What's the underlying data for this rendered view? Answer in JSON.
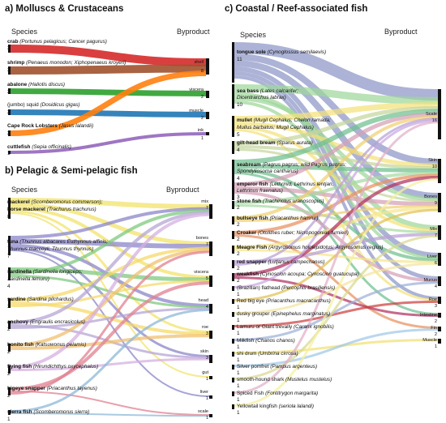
{
  "panels": [
    {
      "id": "a",
      "title": "a) Molluscs & Crustaceans",
      "species_header": "Species",
      "byproduct_header": "Byproduct",
      "sources": [
        {
          "name": "crab",
          "latin": "(Portunus pelagicus; Cancer pagurus)",
          "count": "3"
        },
        {
          "name": "shrimp",
          "latin": "(Penaeus monodon; Xiphopenaeus kroyeri)",
          "count": "3"
        },
        {
          "name": "abalone",
          "latin": "(Haliotis discus)",
          "count": "2"
        },
        {
          "name": "(jumbo) squid",
          "latin": "(Dosidicus gigas)",
          "count": "2"
        },
        {
          "name": "Cape Rock Lobsters",
          "latin": "(Jasus lalandii)",
          "count": "2"
        },
        {
          "name": "cuttlefish",
          "latin": "(Sepia officinalis)",
          "count": "1"
        }
      ],
      "targets": [
        {
          "name": "shell",
          "count": "8"
        },
        {
          "name": "viscera",
          "count": "2"
        },
        {
          "name": "muscle",
          "count": "2"
        },
        {
          "name": "ink",
          "count": "1"
        }
      ],
      "links": [
        {
          "source": 0,
          "target": 0,
          "value": 3,
          "color": "#d62a2a"
        },
        {
          "source": 1,
          "target": 0,
          "value": 3,
          "color": "#a0522d"
        },
        {
          "source": 2,
          "target": 1,
          "value": 2,
          "color": "#2ca02c"
        },
        {
          "source": 3,
          "target": 2,
          "value": 2,
          "color": "#1f77b4"
        },
        {
          "source": 4,
          "target": 0,
          "value": 2,
          "color": "#ff7f0e"
        },
        {
          "source": 5,
          "target": 3,
          "value": 1,
          "color": "#9467bd"
        }
      ]
    },
    {
      "id": "b",
      "title": "b) Pelagic & Semi-pelagic fish",
      "species_header": "Species",
      "byproduct_header": "Byproduct",
      "sources": [
        {
          "name": "mackerel",
          "latin": "(Scomberomorus commerson);",
          "count": ""
        },
        {
          "name": "horse mackerel",
          "latin": "(Trachurus trachurus)",
          "count": "8"
        },
        {
          "name": "tuna",
          "latin": "(Thunnus albacares Euthynnus affinis;",
          "count": ""
        },
        {
          "name": "",
          "latin": "Thunnus maccoyii, Thunnus thynnus)",
          "count": "7"
        },
        {
          "name": "sardinella",
          "latin": "(Sardinella longiceps;",
          "count": ""
        },
        {
          "name": "",
          "latin": "Sardinella lemuru)",
          "count": "4"
        },
        {
          "name": "sardine",
          "latin": "(Sardina pilchardus)",
          "count": "3"
        },
        {
          "name": "anchovy",
          "latin": "(Engraulis encrasicolus)",
          "count": "2"
        },
        {
          "name": "bonito fish",
          "latin": "(Katsuwonus pelamis)",
          "count": "2"
        },
        {
          "name": "flying fish",
          "latin": "(Hirundichthys oxycephalus)",
          "count": "2"
        },
        {
          "name": "bigeye snapper",
          "latin": "(Priacanthus tayenus)",
          "count": "2"
        },
        {
          "name": "sierra fish",
          "latin": "(Scomberomorus sierra)",
          "count": "1"
        }
      ],
      "targets": [
        {
          "name": "mix",
          "count": "7"
        },
        {
          "name": "bones",
          "count": "7"
        },
        {
          "name": "viscera",
          "count": "5"
        },
        {
          "name": "head",
          "count": "4"
        },
        {
          "name": "roe",
          "count": "3"
        },
        {
          "name": "skin",
          "count": "3"
        },
        {
          "name": "gut",
          "count": "1"
        },
        {
          "name": "liver",
          "count": "1"
        },
        {
          "name": "scale",
          "count": "1"
        }
      ]
    },
    {
      "id": "c",
      "title": "c) Coastal / Reef-associated fish",
      "species_header": "Species",
      "byproduct_header": "Byproduct",
      "sources": [
        {
          "name": "tongue sole",
          "latin": "(Cynoglossus semilaevis)",
          "count": "11"
        },
        {
          "name": "sea bass",
          "latin": "(Lates calcarifer;",
          "count": ""
        },
        {
          "name": "",
          "latin": "Dicentrarchus labrax)",
          "count": "10"
        },
        {
          "name": "mullet",
          "latin": "(Mugil Cephalus; Chelon ramada;",
          "count": ""
        },
        {
          "name": "",
          "latin": "Mullus barbatus; Mugil Cephalus)",
          "count": "5"
        },
        {
          "name": "gilt-head bream",
          "latin": "(Sparus aurata)",
          "count": "4"
        },
        {
          "name": "seabream",
          "latin": "(Pagrus pagrus; wild Pagrus pagrus;",
          "count": ""
        },
        {
          "name": "",
          "latin": "Spondyliosoma cantharus)",
          "count": "4"
        },
        {
          "name": "emperor fish",
          "latin": "(Lethrinid, Lethrinus lentjan,",
          "count": ""
        },
        {
          "name": "",
          "latin": "Lethrinus fraenatus)",
          "count": "3"
        },
        {
          "name": "stone fish",
          "latin": "(Trachinotus uranoscopus)",
          "count": "2"
        },
        {
          "name": "bullseye fish",
          "latin": "(Priacanthus hamrur)",
          "count": "2"
        },
        {
          "name": "Croaker",
          "latin": "(Otolithes ruber; Nicropogonias furnieri)",
          "count": "2"
        },
        {
          "name": "Meagre Fish",
          "latin": "(Argyrosomus hololepidotus; Argyrosomus regius)",
          "count": "2"
        },
        {
          "name": "red snapper",
          "latin": "(Lutjanus campechanus)",
          "count": "2"
        },
        {
          "name": "weakfish",
          "latin": "(Cynoscion acoupa; Cynoscion guatucupa)",
          "count": "2"
        },
        {
          "name": "(Brazilian) flathead",
          "latin": "(Percophis brasiliensis)",
          "count": "1"
        },
        {
          "name": "Red big eye",
          "latin": "(Priacanthus macracanthus)",
          "count": "1"
        },
        {
          "name": "dusky grouper",
          "latin": "(Epinephelus marginatus)",
          "count": "1"
        },
        {
          "name": "Lamuru or Giant trevally",
          "latin": "(Caranx ignobilis)",
          "count": "1"
        },
        {
          "name": "Milkfish",
          "latin": "(Chanos chanos)",
          "count": "1"
        },
        {
          "name": "shi drum",
          "latin": "(Umbrina cirrosa)",
          "count": "1"
        },
        {
          "name": "Silver pomfret",
          "latin": "(Pampus argenteus)",
          "count": "1"
        },
        {
          "name": "smooth-hound shark",
          "latin": "(Mustelus mustelus)",
          "count": "1"
        },
        {
          "name": "Spiced Fish",
          "latin": "(Fontitrygon margarita)",
          "count": "1"
        },
        {
          "name": "Yellowtail kingfish",
          "latin": "(seriola lalandi)",
          "count": "1"
        }
      ],
      "targets": [
        {
          "name": "Scale",
          "count": "16"
        },
        {
          "name": "Skin",
          "count": "10"
        },
        {
          "name": "Bones",
          "count": "9"
        },
        {
          "name": "Mix",
          "count": "7"
        },
        {
          "name": "Liver",
          "count": "6"
        },
        {
          "name": "Mucus",
          "count": "4"
        },
        {
          "name": "Roe",
          "count": "3"
        },
        {
          "name": "Intestine",
          "count": "2"
        },
        {
          "name": "Fin",
          "count": "2"
        },
        {
          "name": "Muscle",
          "count": "1"
        }
      ]
    }
  ]
}
